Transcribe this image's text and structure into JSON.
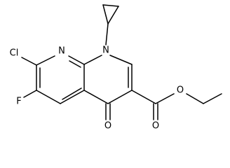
{
  "molecule": {
    "atoms": {
      "chlorine": "Cl",
      "fluorine": "F",
      "ring_nitrogen": "N",
      "n1_nitrogen": "N",
      "ketone_oxygen": "O",
      "carbonyl_oxygen": "O",
      "ester_oxygen": "O"
    }
  }
}
